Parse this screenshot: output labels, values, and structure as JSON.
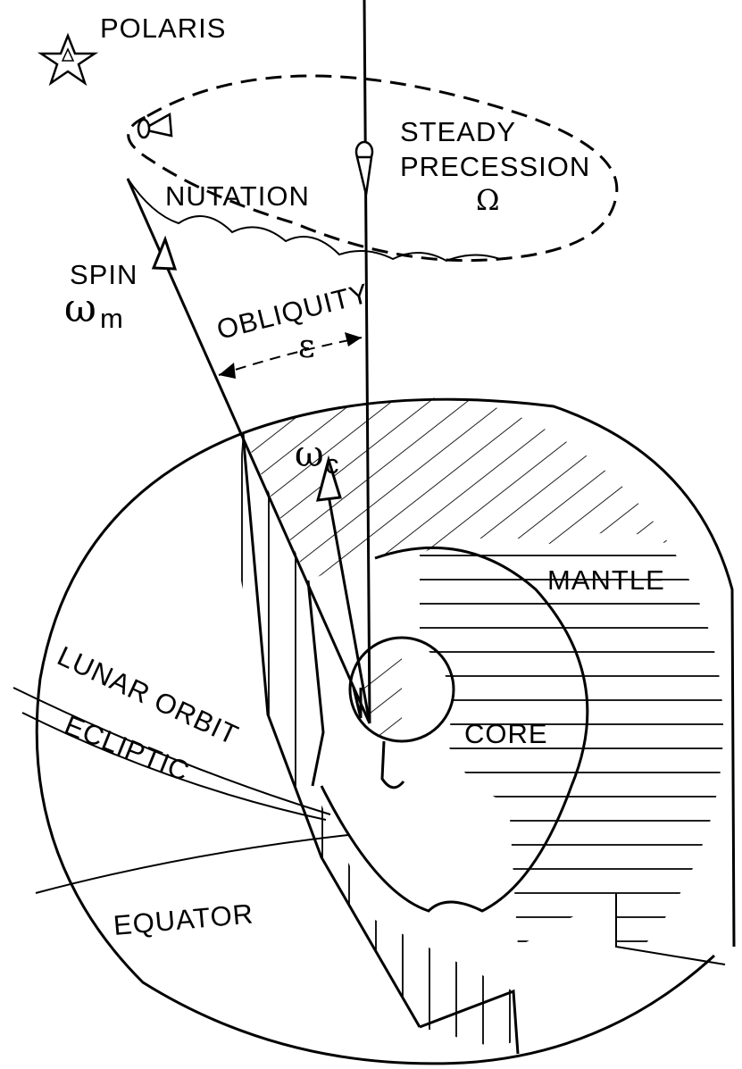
{
  "labels": {
    "polaris": "POLARIS",
    "steady": "STEADY",
    "precession": "PRECESSION",
    "omega_cap": "Ω",
    "nutation": "NUTATION",
    "spin": "SPIN",
    "omega_m_sym": "ω",
    "omega_m_sub": "m",
    "obliquity": "OBLIQUITY",
    "epsilon": "ε",
    "omega_c_sym": "ω",
    "omega_c_sub": "c",
    "mantle": "MANTLE",
    "core": "CORE",
    "lunar_orbit": "LUNAR ORBIT",
    "ecliptic": "ECLIPTIC",
    "equator": "EQUATOR"
  }
}
